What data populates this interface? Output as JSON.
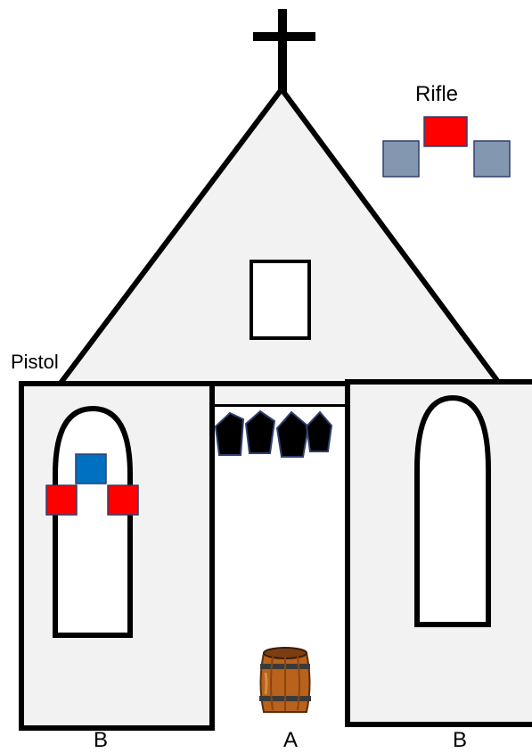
{
  "labels": {
    "rifle": "Rifle",
    "pistol": "Pistol",
    "b_left": "B",
    "a": "A",
    "b_right": "B"
  },
  "colors": {
    "building_fill": "#f2f2f2",
    "outline": "#000000",
    "red_marker": "#ff0000",
    "blue_marker": "#0070c0",
    "grey_marker": "#8497b0",
    "marker_border": "#2f3f6e",
    "barrel_wood": "#b8621b"
  },
  "icons": [
    "cross-icon",
    "barrel-icon",
    "pentagon-obstacle-icon"
  ]
}
